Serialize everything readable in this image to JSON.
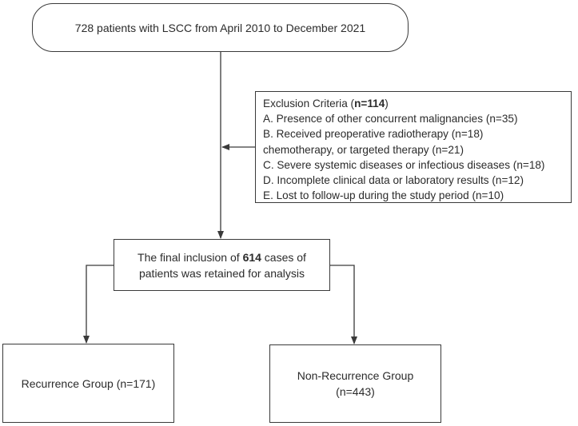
{
  "top_box": {
    "text": "728 patients with LSCC from April 2010 to December 2021"
  },
  "exclusion": {
    "title_prefix": "Exclusion Criteria (",
    "title_bold": "n=114",
    "title_suffix": ")",
    "lines": [
      "A. Presence of other concurrent malignancies (n=35)",
      "B. Received preoperative radiotherapy (n=18)",
      "chemotherapy, or targeted therapy (n=21)",
      "C. Severe systemic diseases or infectious diseases (n=18)",
      "D. Incomplete clinical data or laboratory results (n=12)",
      "E. Lost to follow-up during the study period (n=10)"
    ]
  },
  "final_box": {
    "prefix": "The final inclusion of ",
    "bold": "614",
    "suffix": " cases of",
    "line2": "patients was retained for analysis"
  },
  "recurrence_box": {
    "text": "Recurrence Group (n=171)"
  },
  "nonrecurrence_box": {
    "line1": "Non-Recurrence Group",
    "line2": "(n=443)"
  },
  "colors": {
    "line": "#3a3a3a",
    "text": "#2b2b2b"
  }
}
